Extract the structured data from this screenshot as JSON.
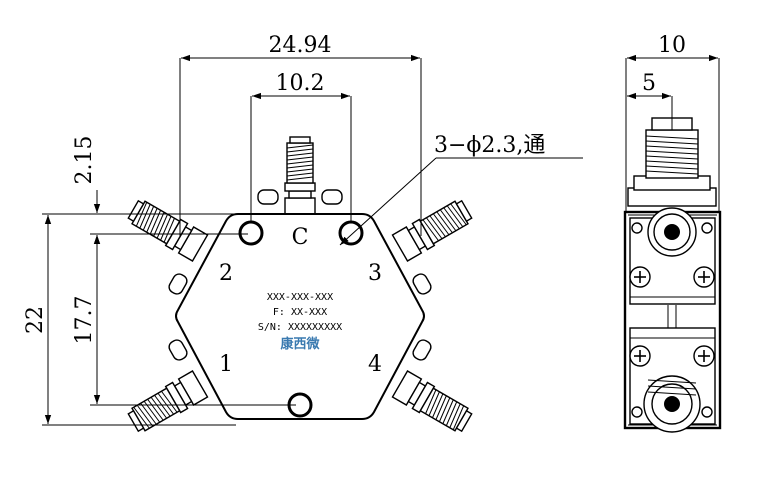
{
  "dimensions": {
    "width_overall": "24.94",
    "connector_spacing": "10.2",
    "hole_offset": "2.15",
    "height_overall": "22",
    "port_spacing": "17.7",
    "side_width": "10",
    "side_half": "5"
  },
  "callout": {
    "holes": "3−ϕ2.3,通"
  },
  "ports": {
    "common": "C",
    "p1": "1",
    "p2": "2",
    "p3": "3",
    "p4": "4"
  },
  "label": {
    "part_number": "XXX-XXX-XXX",
    "frequency": "F: XX-XXX",
    "serial": "S/N: XXXXXXXXX",
    "brand": "康西微"
  },
  "colors": {
    "brand": "#3a7ab0",
    "line": "#000000"
  }
}
